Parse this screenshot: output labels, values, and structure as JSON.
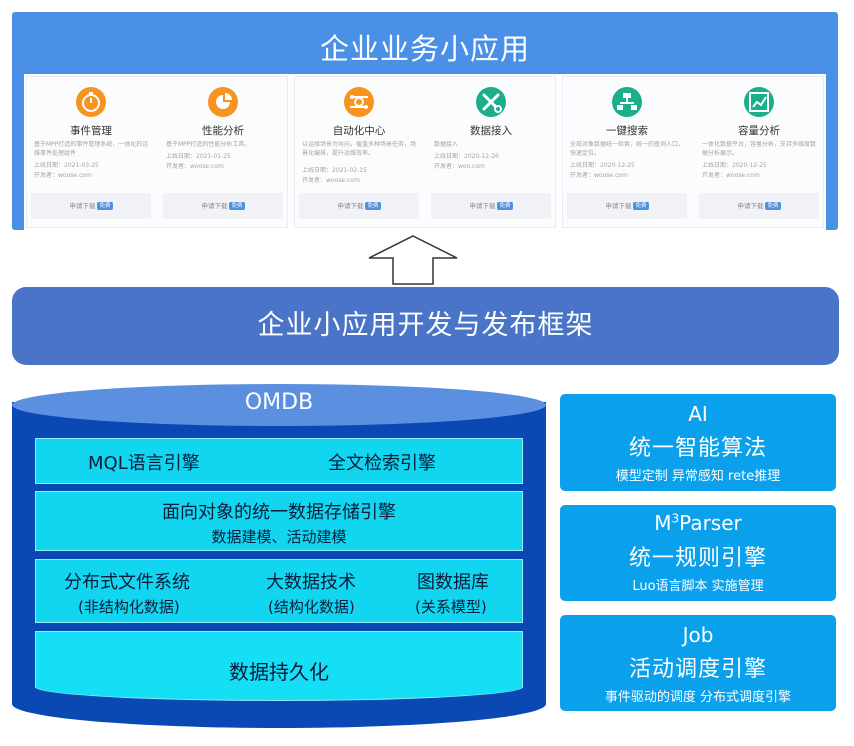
{
  "top_panel": {
    "title": "企业业务小应用",
    "apps": [
      {
        "name": "事件管理",
        "icon": "stopwatch-icon",
        "color": "#f7931e",
        "desc": "基于MPP打造的事件管理系统，一体化的运维事件处理组件",
        "date": "上线日期：2021-03-25",
        "dev": "开发者：woose.com",
        "download": "申请下载",
        "badge": "免费"
      },
      {
        "name": "性能分析",
        "icon": "pie-chart-icon",
        "color": "#f7931e",
        "desc": "基于MPP打造的性能分析工具。",
        "date": "上线日期：2021-01-25",
        "dev": "开发者：woose.com",
        "download": "申请下载",
        "badge": "免费"
      },
      {
        "name": "自动化中心",
        "icon": "automation-icon",
        "color": "#f7931e",
        "desc": "以运维场景为导向，覆盖多种场景任务，场景化编排，提升运维效率。",
        "date": "上线日期：2021-02-15",
        "dev": "开发者：woose.com",
        "download": "申请下载",
        "badge": "免费"
      },
      {
        "name": "数据接入",
        "icon": "data-connect-icon",
        "color": "#1aae8a",
        "desc": "数据接入",
        "date": "上线日期：2020-12-26",
        "dev": "开发者：woo.com",
        "download": "申请下载",
        "badge": "免费"
      },
      {
        "name": "一键搜索",
        "icon": "search-tree-icon",
        "color": "#1aae8a",
        "desc": "全局对象数据统一检索，统一的查询入口，快速定位。",
        "date": "上线日期：2020-12-25",
        "dev": "开发者：woose.com",
        "download": "申请下载",
        "badge": "免费"
      },
      {
        "name": "容量分析",
        "icon": "trend-chart-icon",
        "color": "#1aae8a",
        "desc": "一体化数据平台，容量分析，支持多维度数据分析展示。",
        "date": "上线日期：2020-12-25",
        "dev": "开发者：woose.com",
        "download": "申请下载",
        "badge": "免费"
      }
    ]
  },
  "framework": {
    "title": "企业小应用开发与发布框架"
  },
  "omdb": {
    "title": "OMDB",
    "layers": {
      "query": {
        "mql": "MQL语言引擎",
        "fulltext": "全文检索引擎"
      },
      "storage": {
        "title": "面向对象的统一数据存储引擎",
        "sub": "数据建模、活动建模"
      },
      "tech": [
        {
          "title": "分布式文件系统",
          "sub": "(非结构化数据)"
        },
        {
          "title": "大数据技术",
          "sub": "(结构化数据)"
        },
        {
          "title": "图数据库",
          "sub": "(关系模型)"
        }
      ],
      "persist": {
        "title": "数据持久化"
      }
    }
  },
  "engines": [
    {
      "line1": "AI",
      "line2": "统一智能算法",
      "line3": "模型定制  异常感知  rete推理"
    },
    {
      "line1_pre": "M",
      "line1_sup": "3",
      "line1_post": "Parser",
      "line2": "统一规则引擎",
      "line3": "Luo语言脚本  实施管理"
    },
    {
      "line1": "Job",
      "line2": "活动调度引擎",
      "line3": "事件驱动的调度  分布式调度引擎"
    }
  ]
}
